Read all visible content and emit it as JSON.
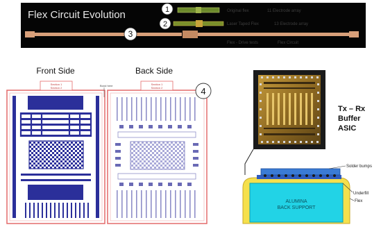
{
  "banner": {
    "title": "Flex Circuit Evolution",
    "markers": [
      "1",
      "2",
      "3"
    ],
    "caption_texts": [
      "Original flex",
      "Laser Taped Flex",
      "11 Electrode array",
      "13 Electrode array",
      "Flex - Drive tests",
      "Flex Circuit"
    ],
    "colors": {
      "background": "#050505",
      "flex": "#d9a07a",
      "olive": "#6c8a2c"
    }
  },
  "layout_views": {
    "front_title": "Front Side",
    "back_title": "Back Side",
    "marker": "4",
    "tab_texts": [
      "Section 1",
      "Section 2"
    ],
    "small_note": "Bond here"
  },
  "asic": {
    "label_lines": [
      "Tx – Rx",
      "Buffer",
      "ASIC"
    ]
  },
  "stack": {
    "solder_label": "Solder bumps",
    "underfill_label": "Underfill",
    "flex_label": "Flex",
    "support_lines": [
      "ALUMINA",
      "BACK SUPPORT"
    ],
    "colors": {
      "support": "#22d3e6",
      "frame": "#f5e04c",
      "chip": "#3a7bd5"
    }
  },
  "colors": {
    "front_border": "#e36a6a",
    "front_ink": "#2b2f9a",
    "back_ink": "#8e8ec8"
  }
}
